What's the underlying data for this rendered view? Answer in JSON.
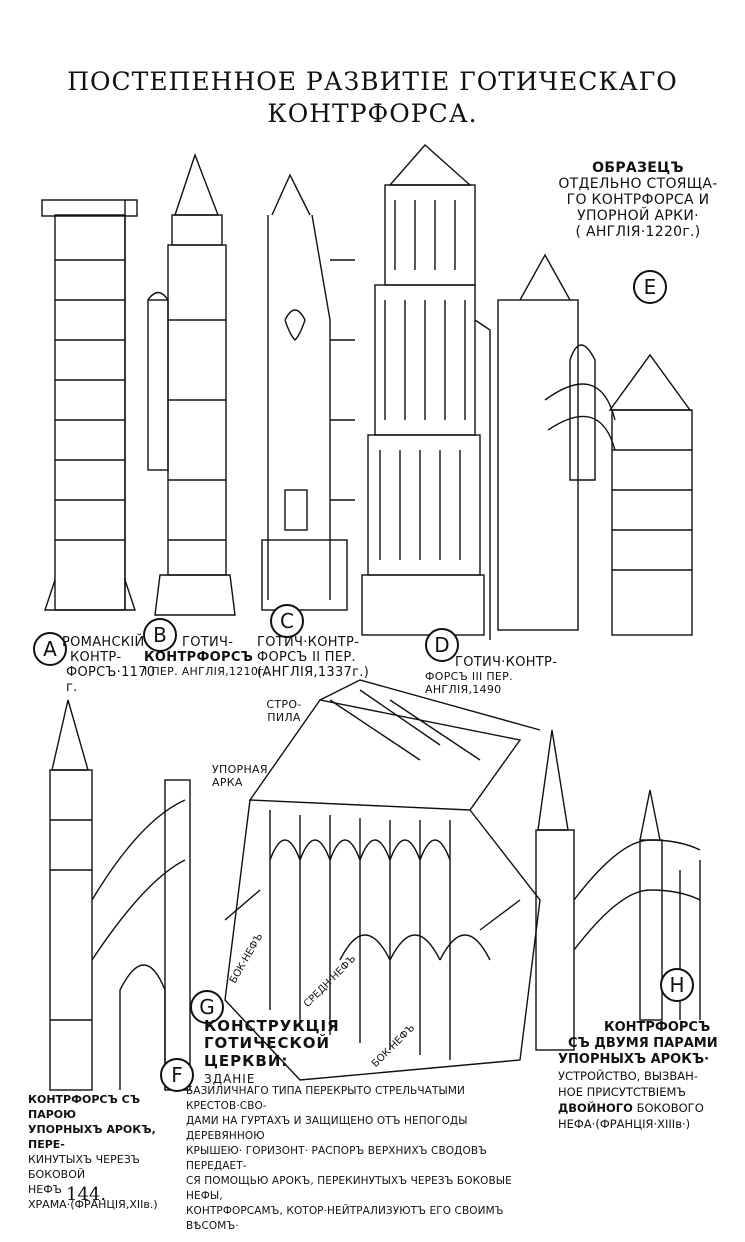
{
  "title_line1": "ПОСТЕПЕННОЕ РАЗВИТІЕ ГОТИЧЕСКАГО",
  "title_line2": "КОНТРФОРСА.",
  "figures": {
    "A": {
      "letter": "A",
      "caption_l1": "РОМАНСКІЙ",
      "caption_l2": "КОНТР-",
      "caption_l3": "ФОРСЪ·1170 г."
    },
    "B": {
      "letter": "B",
      "caption_l1": "ГОТИЧ-",
      "caption_l2": "КОНТРФОРСЪ",
      "caption_l3": "I ПЕР. АНГЛІЯ,1210г."
    },
    "C": {
      "letter": "C",
      "caption_l1": "ГОТИЧ·КОНТР-",
      "caption_l2": "ФОРСЪ II ПЕР.",
      "caption_l3": "(АНГЛІЯ,1337г.)"
    },
    "D": {
      "letter": "D",
      "caption_l1": "ГОТИЧ·КОНТР-",
      "caption_l2": "ФОРСЪ III ПЕР. АНГЛІЯ,1490"
    },
    "E": {
      "letter": "E",
      "caption_l1": "ОБРАЗЕЦЪ",
      "caption_l2": "ОТДЕЛЬНО СТОЯЩА-",
      "caption_l3": "ГО КОНТРФОРСА И",
      "caption_l4": "УПОРНОЙ АРКИ·",
      "caption_l5": "( АНГЛІЯ·1220г.)"
    },
    "F": {
      "letter": "F",
      "caption_l1": "КОНТРФОРСЪ СЪ ПАРОЮ",
      "caption_l2": "УПОРНЫХЪ АРОКЪ, ПЕРЕ-",
      "caption_l3": "КИНУТЫХЪ ЧЕРЕЗЪ БОКОВОЙ",
      "caption_l4": "НЕФЪ ХРАМА·(ФРАНЦІЯ,XIIв.)"
    },
    "G": {
      "letter": "G",
      "caption_l1": "КОНСТРУКЦІЯ",
      "caption_l2": "ГОТИЧЕСКОЙ",
      "caption_l3": "ЦЕРКВИ:",
      "caption_l3b": "ЗДАНІЕ",
      "body_l1": "БАЗИЛИЧНАГО ТИПА ПЕРЕКРЫТО СТРЕЛЬЧАТЫМИ КРЕСТОВ·СВО-",
      "body_l2": "ДАМИ НА ГУРТАХЪ И ЗАЩИЩЕНО ОТЪ НЕПОГОДЫ ДЕРЕВЯННОЮ",
      "body_l3": "КРЫШЕЮ· ГОРИЗОНТ· РАСПОРЪ ВЕРХНИХЪ СВОДОВЪ ПЕРЕДАЕТ-",
      "body_l4": "СЯ ПОМОЩЬЮ АРОКЪ, ПЕРЕКИНУТЫХЪ ЧЕРЕЗЪ БОКОВЫЕ НЕФЫ,",
      "body_l5": "КОНТРФОРСАМЪ, КОТОР·НЕЙТРАЛИЗУЮТЪ ЕГО СВОИМЪ ВѢСОМЪ·"
    },
    "H": {
      "letter": "H",
      "caption_l1": "КОНТРФОРСЪ",
      "caption_l2": "СЪ ДВУМЯ ПАРАМИ",
      "caption_l3": "УПОРНЫХЪ АРОКЪ·",
      "caption_l4": "УСТРОЙСТВО, ВЫЗВАН-",
      "caption_l5": "НОЕ ПРИСУТСТВІЕМЪ",
      "caption_l6": "ДВОЙНОГО",
      "caption_l6b": "БОКОВОГО",
      "caption_l7": "НЕФА·(ФРАНЦІЯ·XIIIв·)"
    }
  },
  "labels": {
    "stropila_l1": "СТРО-",
    "stropila_l2": "ПИЛА",
    "upornaya_l1": "УПОРНАЯ",
    "upornaya_l2": "АРКА",
    "bok_nef_1": "БОК·НЕФЪ",
    "sredn_nef": "СРЕДН·НЕФЪ",
    "bok_nef_2": "БОК·НЕФЪ"
  },
  "page_number": "144."
}
